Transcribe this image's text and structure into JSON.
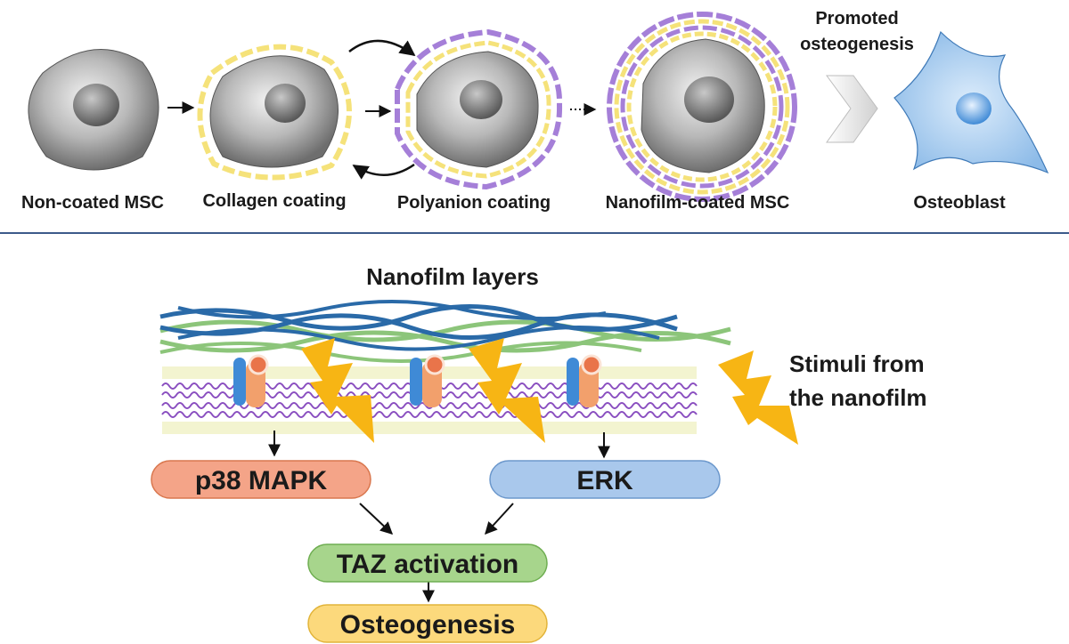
{
  "top_panel": {
    "stages": [
      {
        "label": "Non-coated MSC"
      },
      {
        "label": "Collagen coating"
      },
      {
        "label": "Polyanion coating"
      },
      {
        "label": "Nanofilm-coated MSC"
      },
      {
        "label": "Osteoblast"
      }
    ],
    "transition_label_line1": "Promoted",
    "transition_label_line2": "osteogenesis"
  },
  "bottom_panel": {
    "title": "Nanofilm layers",
    "stimuli_line1": "Stimuli from",
    "stimuli_line2": "the nanofilm",
    "pathway_nodes": {
      "p38": "p38 MAPK",
      "erk": "ERK",
      "taz": "TAZ activation",
      "osteogenesis": "Osteogenesis"
    }
  },
  "colors": {
    "collagen_fiber": "#f5e27a",
    "polyanion_fiber": "#a57fd8",
    "nanofilm_blue": "#2a6aa8",
    "nanofilm_green": "#8cc57a",
    "membrane_purple": "#8a4fc0",
    "lightning": "#f7b514",
    "p38_box": "#f4a488",
    "erk_box": "#a9c8ec",
    "taz_box": "#a7d58c",
    "osteogenesis_box": "#fcd97c",
    "osteoblast": "#a8cdf0",
    "divider": "#3c5a8a"
  }
}
